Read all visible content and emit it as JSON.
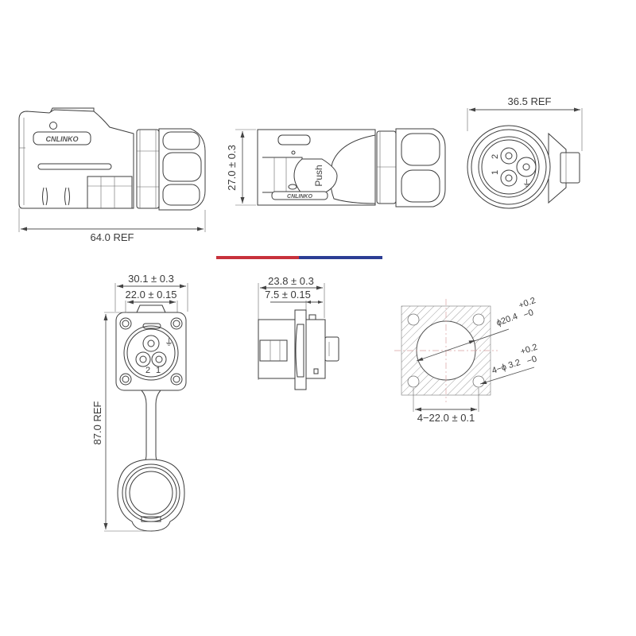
{
  "drawing": {
    "subject": "Circular power connector - plug and panel-mount receptacle",
    "brand_mark": "CNLINKO",
    "plug_views": {
      "side_view": {
        "length_label": "64.0 REF"
      },
      "top_view": {
        "height_label": "27.0 ± 0.3",
        "button_label": "Push"
      },
      "front_view": {
        "width_label": "36.5 REF",
        "pin_labels": [
          "2",
          "1",
          "⏚"
        ]
      }
    },
    "divider": {
      "left_color": "#c8323c",
      "right_color": "#2c3e94"
    },
    "receptacle_views": {
      "front_view": {
        "outer_width_label": "30.1 ± 0.3",
        "hole_pitch_label": "22.0 ± 0.15",
        "total_length_label": "87.0 REF",
        "pin_labels": [
          "2",
          "1",
          "⏚"
        ]
      },
      "side_view": {
        "depth_label": "23.8 ± 0.3",
        "flange_label": "7.5 ± 0.15"
      },
      "panel_cutout": {
        "bore_label": "ϕ20.4",
        "bore_tol_upper": "+0.2",
        "bore_tol_lower": "−0",
        "hole_label": "4−ϕ 3.2",
        "hole_tol_upper": "+0.2",
        "hole_tol_lower": "−0",
        "pitch_label": "4−22.0 ± 0.1"
      }
    }
  }
}
